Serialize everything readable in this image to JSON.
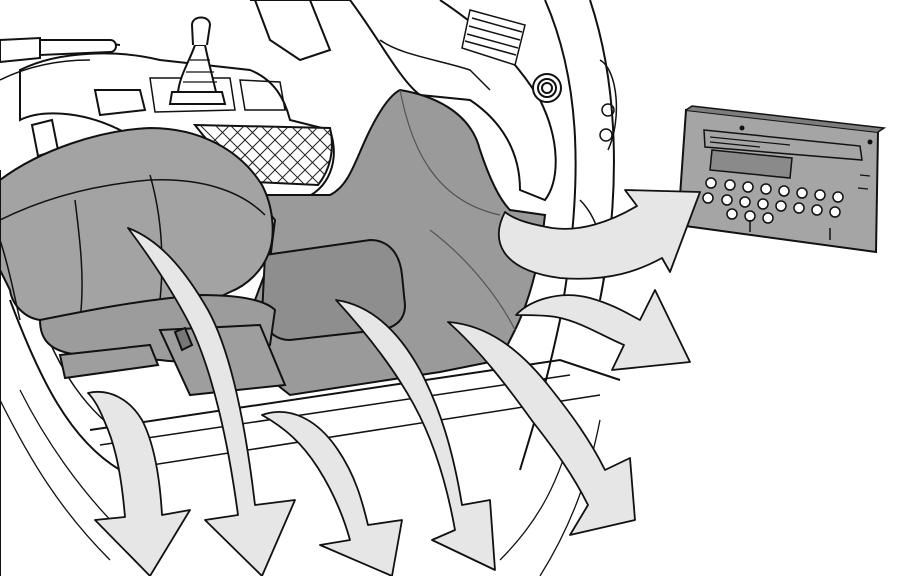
{
  "figure": {
    "colors": {
      "background": "#ffffff",
      "line": "#111111",
      "carpet": "#9a9a9a",
      "seat": "#a3a3a3",
      "arrow_fill": "#e6e6e6",
      "panel": "#a5a5a5"
    },
    "components": [
      {
        "name": "vehicle-floor-carpet",
        "icon": "carpet-area"
      },
      {
        "name": "driver-seat",
        "icon": "seat"
      },
      {
        "name": "gear-lever",
        "icon": "gear-shift"
      },
      {
        "name": "parking-brake-lever",
        "icon": "handbrake"
      },
      {
        "name": "seat-belt-buckle",
        "icon": "buckle"
      },
      {
        "name": "floor-mat",
        "icon": "mat"
      },
      {
        "name": "dashboard-air-vent",
        "icon": "vent"
      },
      {
        "name": "relay-fuse-panel",
        "icon": "fuse-box"
      },
      {
        "name": "outflow-arrows",
        "icon": "arrow",
        "count": 7
      }
    ]
  }
}
